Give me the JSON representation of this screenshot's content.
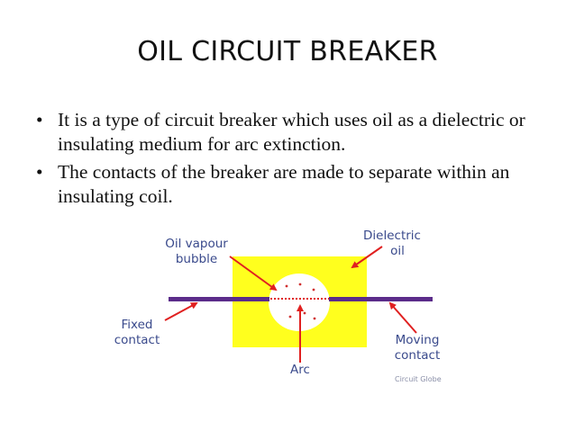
{
  "slide": {
    "title": "OIL CIRCUIT BREAKER",
    "bullets": [
      {
        "text": "It is a type of circuit breaker which uses oil as a dielectric or insulating medium for arc extinction."
      },
      {
        "text": "The contacts of the breaker are made to separate within an insulating coil."
      }
    ]
  },
  "diagram": {
    "labels": {
      "oil_vapour_bubble_line1": "Oil vapour",
      "oil_vapour_bubble_line2": "bubble",
      "dielectric_oil_line1": "Dielectric",
      "dielectric_oil_line2": "oil",
      "fixed_contact_line1": "Fixed",
      "fixed_contact_line2": "contact",
      "moving_contact_line1": "Moving",
      "moving_contact_line2": "contact",
      "arc": "Arc"
    },
    "watermark": "Circuit Globe",
    "colors": {
      "oil": "#ffff1e",
      "bubble": "#ffffff",
      "contact": "#5b2c8a",
      "arrow": "#e02020",
      "label": "#3a4a8c"
    }
  }
}
